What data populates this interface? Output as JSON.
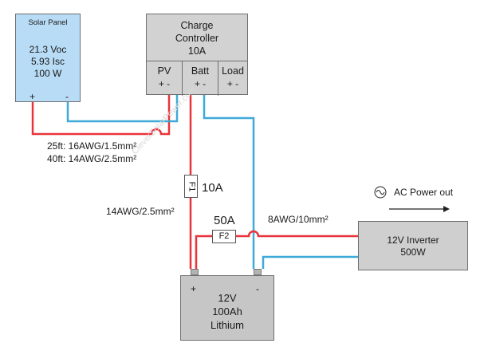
{
  "solar_panel": {
    "title": "Solar Panel",
    "voc": "21.3 Voc",
    "isc": "5.93 Isc",
    "power": "100 W",
    "plus": "+",
    "minus": "-"
  },
  "charge_controller": {
    "title_line1": "Charge",
    "title_line2": "Controller",
    "rating": "10A",
    "ports": [
      {
        "label": "PV",
        "pm": "+ -"
      },
      {
        "label": "Batt",
        "pm": "+ -"
      },
      {
        "label": "Load",
        "pm": "+ -"
      }
    ]
  },
  "wire_labels": {
    "pv_25ft": "25ft: 16AWG/1.5mm²",
    "pv_40ft": "40ft: 14AWG/2.5mm²",
    "batt_wire": "14AWG/2.5mm²",
    "inverter_wire": "8AWG/10mm²"
  },
  "fuses": {
    "f1_label": "F1",
    "f1_rating": "10A",
    "f2_label": "F2",
    "f2_rating": "50A"
  },
  "battery": {
    "voltage": "12V",
    "capacity": "100Ah",
    "chemistry": "Lithium",
    "plus": "+",
    "minus": "-"
  },
  "inverter": {
    "line1": "12V Inverter",
    "line2": "500W"
  },
  "ac_output": {
    "label": "AC Power out",
    "icon": "ac-sine-icon"
  },
  "watermark": "CleverSolarPower.com",
  "colors": {
    "positive_wire": "#e8333a",
    "negative_wire": "#3fa9d8",
    "panel_fill": "#b8dcf5"
  }
}
